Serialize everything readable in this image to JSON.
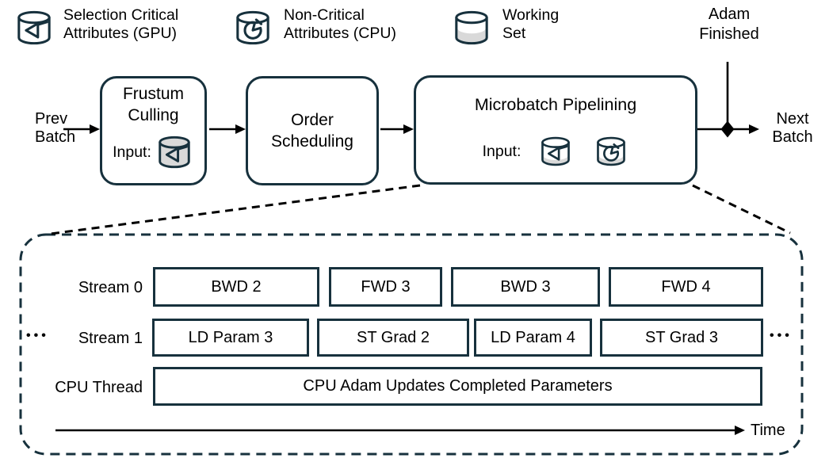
{
  "colors": {
    "outline_navy": "#17313d",
    "ink_black": "#000000",
    "working_set_gray": "#d9d9d9",
    "background": "#ffffff"
  },
  "legend": {
    "items": [
      {
        "icon": "cylinder-triangle",
        "label": "Selection Critical\nAttributes (GPU)"
      },
      {
        "icon": "cylinder-pie",
        "label": "Non-Critical\nAttributes (CPU)"
      },
      {
        "icon": "cylinder-half-gray",
        "label": "Working\nSet"
      }
    ],
    "adam_finished": "Adam\nFinished"
  },
  "flow": {
    "prev_batch": "Prev\nBatch",
    "next_batch": "Next\nBatch",
    "frustum": {
      "title": "Frustum\nCulling",
      "input_label": "Input:"
    },
    "order": {
      "title": "Order\nScheduling"
    },
    "microbatch": {
      "title": "Microbatch Pipelining",
      "input_label": "Input:"
    }
  },
  "timeline": {
    "stream0": {
      "label": "Stream 0",
      "blocks": [
        "BWD 2",
        "FWD 3",
        "BWD 3",
        "FWD 4"
      ]
    },
    "stream1": {
      "label": "Stream 1",
      "blocks": [
        "LD Param 3",
        "ST Grad 2",
        "LD Param 4",
        "ST Grad 3"
      ]
    },
    "cpu": {
      "label": "CPU Thread",
      "blocks": [
        "CPU Adam Updates Completed Parameters"
      ]
    },
    "ellipsis_left": "•••",
    "ellipsis_right": "•••",
    "time_label": "Time"
  }
}
